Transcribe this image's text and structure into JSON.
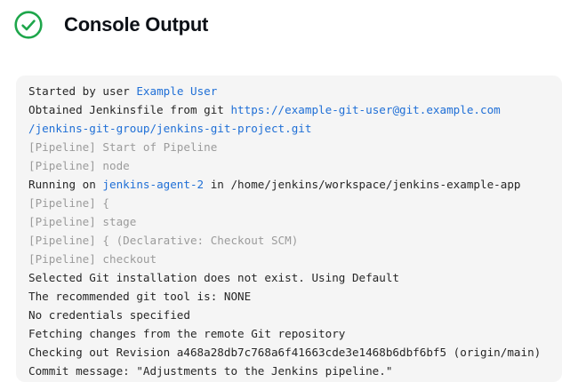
{
  "header": {
    "title": "Console Output",
    "status_icon": "check-circle-icon"
  },
  "colors": {
    "success_green": "#1ea64b",
    "link_blue": "#1f6fd6",
    "muted_gray": "#9b9b9b",
    "text": "#262626",
    "console_bg": "#f5f5f5"
  },
  "console": {
    "lines": [
      [
        {
          "text": "Started by user ",
          "type": "plain"
        },
        {
          "text": "Example User",
          "type": "link"
        }
      ],
      [
        {
          "text": "Obtained Jenkinsfile from git ",
          "type": "plain"
        },
        {
          "text": "https://example-git-user@git.example.com",
          "type": "link"
        }
      ],
      [
        {
          "text": "/jenkins-git-group/jenkins-git-project.git",
          "type": "link"
        }
      ],
      [
        {
          "text": "[Pipeline] Start of Pipeline",
          "type": "muted"
        }
      ],
      [
        {
          "text": "[Pipeline] node",
          "type": "muted"
        }
      ],
      [
        {
          "text": "Running on ",
          "type": "plain"
        },
        {
          "text": "jenkins-agent-2",
          "type": "link"
        },
        {
          "text": " in /home/jenkins/workspace/jenkins-example-app",
          "type": "plain"
        }
      ],
      [
        {
          "text": "[Pipeline] {",
          "type": "muted"
        }
      ],
      [
        {
          "text": "[Pipeline] stage",
          "type": "muted"
        }
      ],
      [
        {
          "text": "[Pipeline] { (Declarative: Checkout SCM)",
          "type": "muted"
        }
      ],
      [
        {
          "text": "[Pipeline] checkout",
          "type": "muted"
        }
      ],
      [
        {
          "text": "Selected Git installation does not exist. Using Default",
          "type": "plain"
        }
      ],
      [
        {
          "text": "The recommended git tool is: NONE",
          "type": "plain"
        }
      ],
      [
        {
          "text": "No credentials specified",
          "type": "plain"
        }
      ],
      [
        {
          "text": "Fetching changes from the remote Git repository",
          "type": "plain"
        }
      ],
      [
        {
          "text": "Checking out Revision a468a28db7c768a6f41663cde3e1468b6dbf6bf5 (origin/main)",
          "type": "plain"
        }
      ],
      [
        {
          "text": "Commit message: \"Adjustments to the Jenkins pipeline.\"",
          "type": "plain"
        }
      ]
    ]
  }
}
